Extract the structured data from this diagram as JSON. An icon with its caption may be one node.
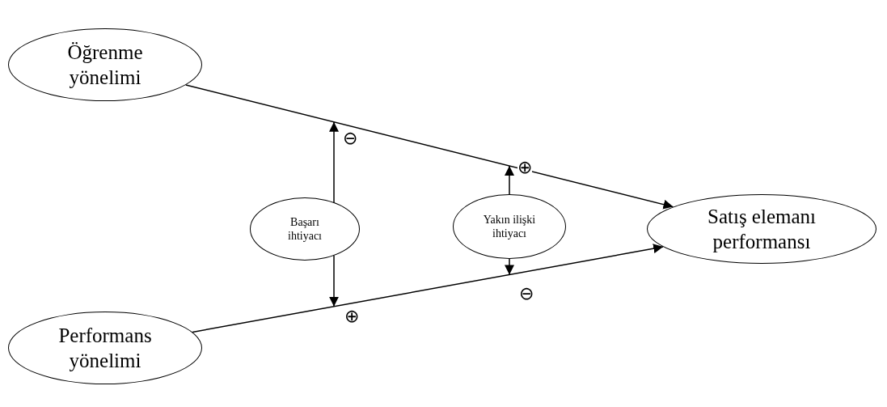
{
  "diagram": {
    "nodes": [
      {
        "text": [
          "Öğrenme yönelimi"
        ]
      },
      {
        "text": [
          "Performans yönelimi"
        ]
      },
      {
        "text": [
          "Başarı ihtiyacı"
        ]
      },
      {
        "text": [
          "Yakın ilişki ihtiyacı"
        ]
      },
      {
        "text": [
          "Satış elemanı performansı"
        ]
      }
    ],
    "edges": [
      {
        "from": 0,
        "to": 4,
        "arrow": "to"
      },
      {
        "from": 1,
        "to": 4,
        "arrow": "to"
      },
      {
        "from": 2,
        "to": null,
        "arrow": "to",
        "label": "⊖"
      },
      {
        "from": 2,
        "to": null,
        "arrow": "to",
        "label": "⊕"
      },
      {
        "from": 3,
        "to": null,
        "arrow": "to",
        "label": "⊕"
      },
      {
        "from": 3,
        "to": null,
        "arrow": "to",
        "label": "⊖"
      }
    ]
  }
}
